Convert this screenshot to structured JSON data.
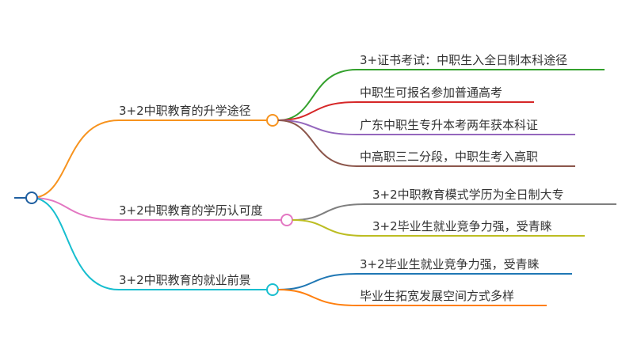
{
  "mindmap": {
    "branches": [
      {
        "label": "3+2中职教育的升学途径",
        "color": "#f7931e",
        "leaves": [
          {
            "label": "3+证书考试：中职生入全日制本科途径",
            "color": "#33a02c"
          },
          {
            "label": "中职生可报名参加普通高考",
            "color": "#d62728"
          },
          {
            "label": "广东中职生专升本考两年获本科证",
            "color": "#9467bd"
          },
          {
            "label": "中高职三二分段，中职生考入高职",
            "color": "#8c564b"
          }
        ]
      },
      {
        "label": "3+2中职教育的学历认可度",
        "color": "#e377c2",
        "leaves": [
          {
            "label": "3+2中职教育模式学历为全日制大专",
            "color": "#7f7f7f"
          },
          {
            "label": "3+2毕业生就业竞争力强，受青睐",
            "color": "#bcbd22"
          }
        ]
      },
      {
        "label": "3+2中职教育的就业前景",
        "color": "#17becf",
        "leaves": [
          {
            "label": "3+2毕业生就业竞争力强，受青睐",
            "color": "#1f77b4"
          },
          {
            "label": "毕业生拓宽发展空间方式多样",
            "color": "#ff7f0e"
          }
        ]
      }
    ],
    "root_color": "#1f5fa0"
  }
}
